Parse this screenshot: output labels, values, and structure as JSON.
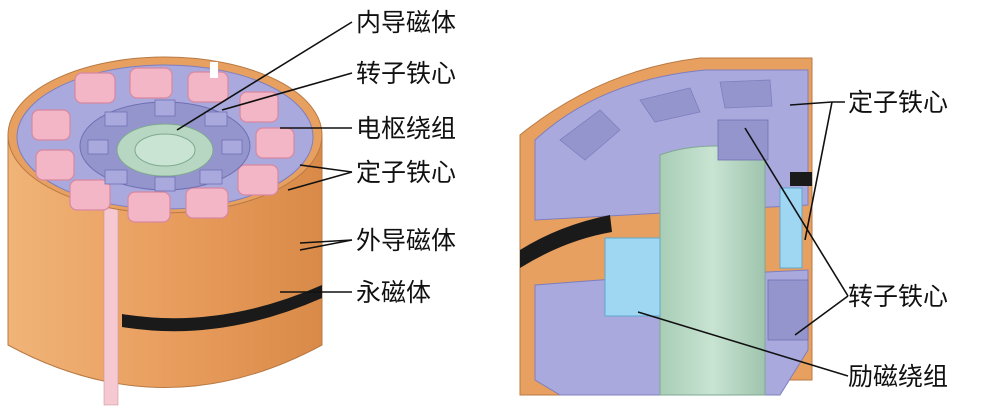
{
  "colors": {
    "orange_shell": "#E8A060",
    "orange_dark": "#C97E40",
    "lavender_core": "#A9A9DE",
    "lavender_dark": "#8C8CC8",
    "pink_coil": "#F2B6C6",
    "pink_dark": "#E293AA",
    "teal_inner": "#B7D7C2",
    "cyan_coil": "#9FD6F2",
    "magnet_black": "#1A1A1A"
  },
  "left_diagram": {
    "labels": {
      "inner_magnetic_conductor": "内导磁体",
      "rotor_core": "转子铁心",
      "armature_winding": "电枢绕组",
      "stator_core": "定子铁心",
      "outer_magnetic_conductor": "外导磁体",
      "permanent_magnet": "永磁体"
    }
  },
  "right_diagram": {
    "labels": {
      "stator_core": "定子铁心",
      "rotor_core": "转子铁心",
      "excitation_winding": "励磁绕组"
    }
  }
}
